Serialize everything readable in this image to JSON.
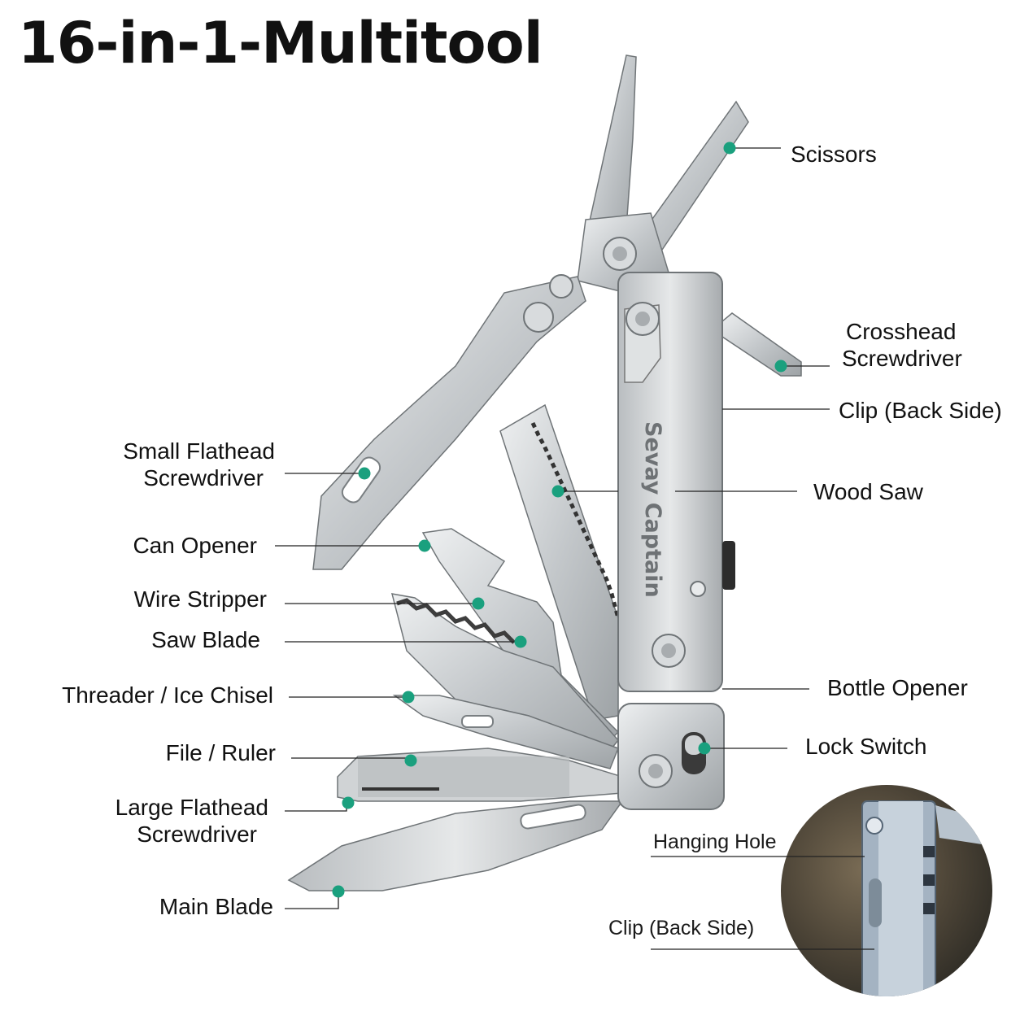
{
  "title": "16-in-1-Multitool",
  "brand_engraving": "Sevay Captain",
  "colors": {
    "dot": "#1aa07e",
    "line": "#222222",
    "steel": "#c9ccce",
    "steel_dark": "#8e9396"
  },
  "labels": {
    "scissors": "Scissors",
    "crosshead_1": "Crosshead",
    "crosshead_2": "Screwdriver",
    "clip_back": "Clip (Back Side)",
    "wood_saw": "Wood Saw",
    "bottle_opener": "Bottle Opener",
    "lock_switch": "Lock Switch",
    "small_flathead_1": "Small Flathead",
    "small_flathead_2": "Screwdriver",
    "can_opener": "Can Opener",
    "wire_stripper": "Wire Stripper",
    "saw_blade": "Saw Blade",
    "threader": "Threader / Ice Chisel",
    "file_ruler": "File / Ruler",
    "large_flathead_1": "Large Flathead",
    "large_flathead_2": "Screwdriver",
    "main_blade": "Main Blade"
  },
  "inset": {
    "hanging_hole": "Hanging Hole",
    "clip_back": "Clip (Back Side)"
  }
}
